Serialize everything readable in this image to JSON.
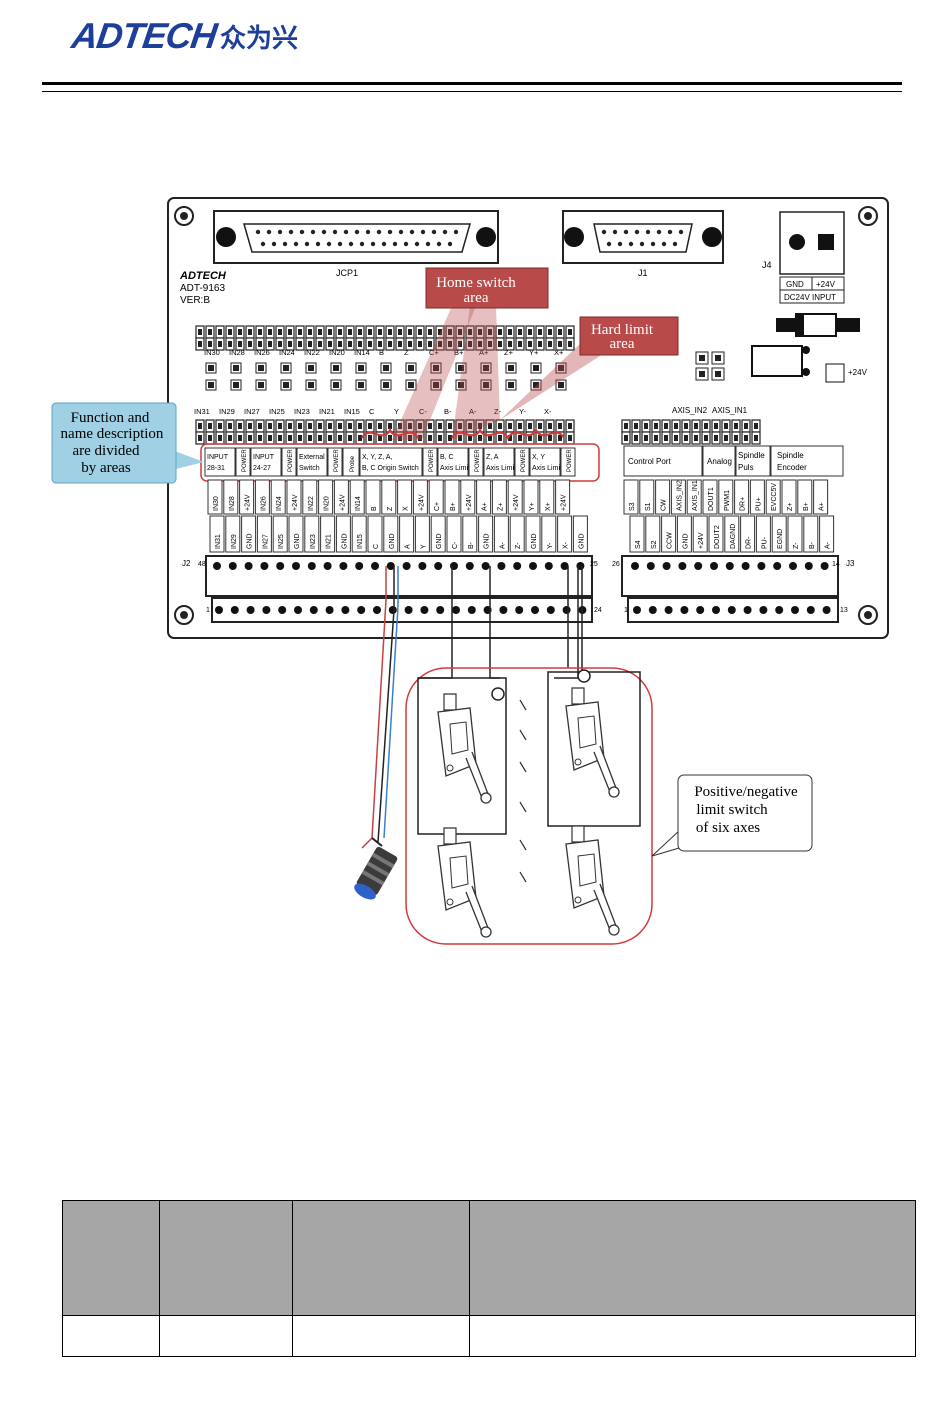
{
  "header": {
    "logo_text": "ADTECH",
    "logo_cn": "众为兴"
  },
  "board": {
    "brand": "ADTECH",
    "model": "ADT-9163",
    "version": "VER:B",
    "connector_jcp1": "JCP1",
    "connector_j1": "J1",
    "connector_j2": "J2",
    "connector_j3": "J3",
    "connector_j4": "J4",
    "power_label_gnd": "GND",
    "power_label_24v": "+24V",
    "power_input": "DC24V INPUT",
    "plus24v": "+24V",
    "input_row1": [
      "IN30",
      "IN28",
      "IN26",
      "IN24",
      "IN22",
      "IN20",
      "IN14",
      "B",
      "Z",
      "C+",
      "B+",
      "A+",
      "Z+",
      "Y+",
      "X+"
    ],
    "input_row2": [
      "IN31",
      "IN29",
      "IN27",
      "IN25",
      "IN23",
      "IN21",
      "IN15",
      "C",
      "Y",
      "C-",
      "B-",
      "A-",
      "Z-",
      "Y-",
      "X-"
    ],
    "axis_in": [
      "AXIS_IN2",
      "AXIS_IN1"
    ],
    "areas_left": [
      "INPUT 28-31",
      "POWER",
      "INPUT 24-27",
      "POWER",
      "External Switch",
      "POWER",
      "Probe",
      "X, Y, Z, A, B, C Origin Switch",
      "POWER",
      "B, C Axis Limit",
      "POWER",
      "Z, A Axis Limit",
      "POWER",
      "X, Y Axis Limit",
      "POWER"
    ],
    "areas_right": [
      "Control Port",
      "Analog",
      "Spindle Puls",
      "Spindle Encoder"
    ],
    "pins_left_top": [
      "IN30",
      "IN28",
      "+24V",
      "IN26",
      "IN24",
      "+24V",
      "IN22",
      "IN20",
      "+24V",
      "IN14",
      "B",
      "Z",
      "X",
      "+24V",
      "C+",
      "B+",
      "+24V",
      "A+",
      "Z+",
      "+24V",
      "Y+",
      "X+",
      "+24V"
    ],
    "pins_left_bottom": [
      "IN31",
      "IN29",
      "GND",
      "IN27",
      "IN25",
      "GND",
      "IN23",
      "IN21",
      "GND",
      "IN15",
      "C",
      "GND",
      "A",
      "Y",
      "GND",
      "C-",
      "B-",
      "GND",
      "A-",
      "Z-",
      "GND",
      "Y-",
      "X-",
      "GND"
    ],
    "pins_right_top": [
      "S3",
      "S1",
      "CW",
      "AXIS_IN2",
      "AXIS_IN1",
      "DOUT1",
      "PWM1",
      "DR+",
      "PU+",
      "EVCC5V",
      "Z+",
      "B+",
      "A+"
    ],
    "pins_right_bottom": [
      "S4",
      "S2",
      "CCW",
      "GND",
      "+24V",
      "DOUT2",
      "DAGND",
      "DR-",
      "PU-",
      "EGND",
      "Z-",
      "B-",
      "A-"
    ],
    "j2_pin_48": "48",
    "j2_pin_25": "25",
    "j2_pin_1": "1",
    "j2_pin_24": "24",
    "j3_pin_26": "26",
    "j3_pin_14": "14",
    "j3_pin_1": "1",
    "j3_pin_13": "13"
  },
  "callouts": {
    "home_switch": [
      "Home switch",
      "area"
    ],
    "hard_limit": [
      "Hard limit",
      "area"
    ],
    "function_name": [
      "Function and",
      "name description",
      "are divided",
      "by areas"
    ],
    "limit_switch": [
      "Positive/negative",
      "limit switch",
      "of six axes"
    ]
  },
  "colors": {
    "brand_blue": "#1d3f9a",
    "callout_red": "#b84a4a",
    "callout_blue": "#9fd0e4",
    "highlight_red": "#d43a3a",
    "table_header": "#a6a6a6"
  }
}
